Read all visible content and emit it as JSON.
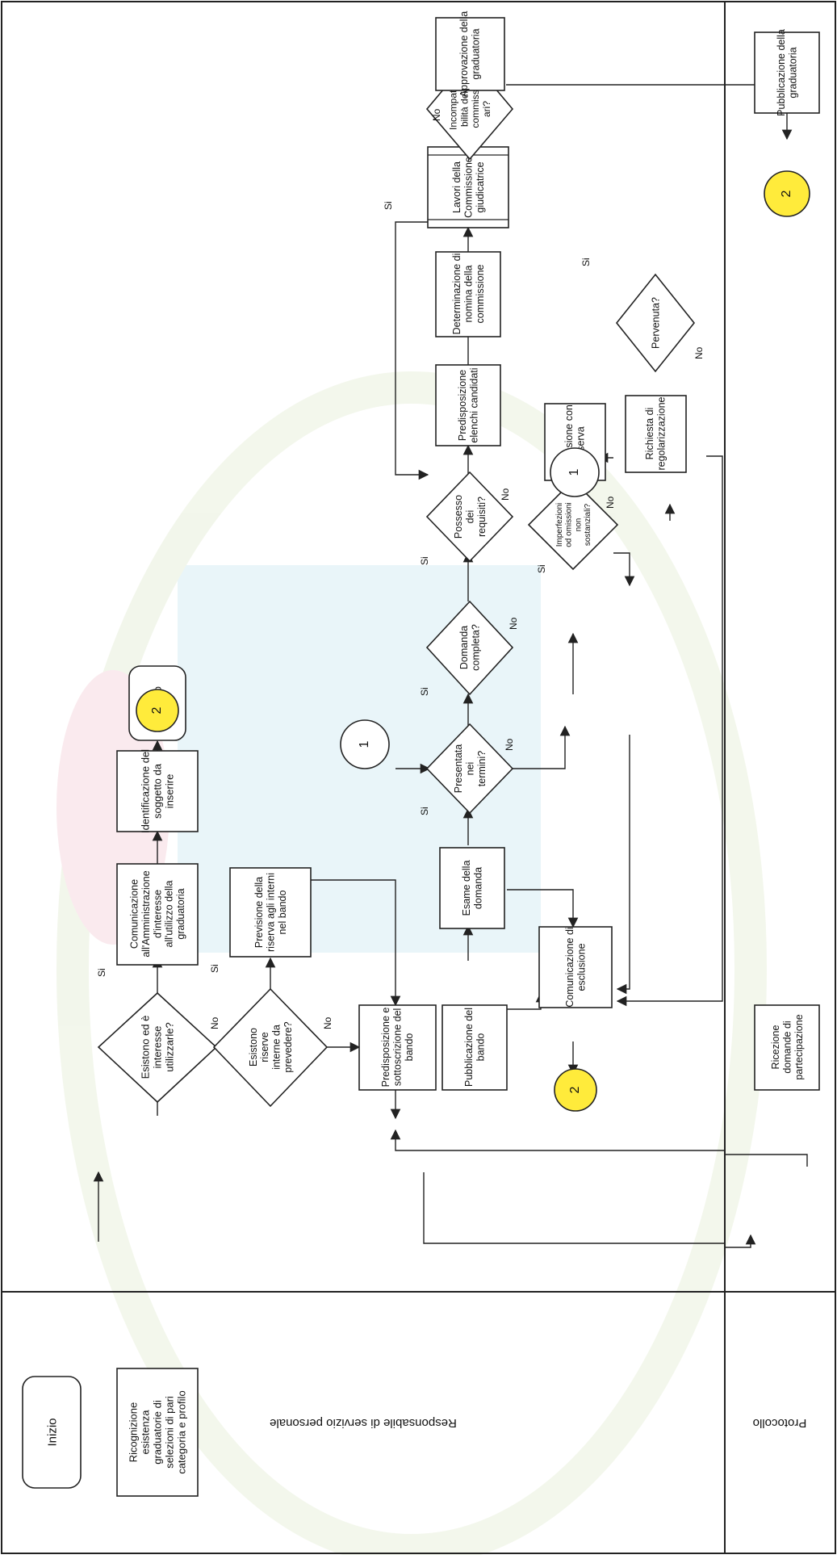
{
  "lanes": {
    "personale": "Responsabile di servizio personale",
    "protocollo": "Protocollo"
  },
  "nodes": {
    "inizio": [
      "Inizio"
    ],
    "ricognizione": [
      "Ricognizione",
      "esistenza",
      "graduatorie di",
      "selezioni di pari",
      "categoria e profilo"
    ],
    "esistono_graduatorie": [
      "Esistono ed è",
      "interesse",
      "utilizzarle?"
    ],
    "comunicazione_amm": [
      "Comunicazione",
      "all'Amministrazione",
      "d'interesse",
      "all'utilizzo della",
      "graduatoria"
    ],
    "identificazione": [
      "Identificazione del",
      "soggetto da",
      "inserire"
    ],
    "ritorno": [
      "Ritorno"
    ],
    "esistono_riserve": [
      "Esistono",
      "riserve",
      "interne da",
      "prevedere?"
    ],
    "previsione_riserva": [
      "Previsione della",
      "riserva agli interni",
      "nel bando"
    ],
    "predisposizione_bando": [
      "Predisposizione e",
      "sottoscrizione del",
      "bando"
    ],
    "pubblicazione_bando": [
      "Pubblicazione del",
      "bando"
    ],
    "esame_domanda": [
      "Esame della",
      "domanda"
    ],
    "presentata_termini": [
      "Presentata",
      "nei",
      "termini?"
    ],
    "domanda_completa": [
      "Domanda",
      "completa?"
    ],
    "possesso_requisiti": [
      "Possesso",
      "dei",
      "requisiti?"
    ],
    "predisposizione_elenchi": [
      "Predisposizione",
      "elenchi candidati"
    ],
    "determinazione": [
      "Determinazione di",
      "nomina della",
      "commissione"
    ],
    "lavori_commissione": [
      "Lavori della",
      "Commissione",
      "giudicatrice"
    ],
    "incompatibilita": [
      "Incompati",
      "bilità dei",
      "commiss",
      "ari?"
    ],
    "approvazione": [
      "Approvazione della",
      "graduatoria"
    ],
    "pubblicazione_graduatoria": [
      "Pubblicazione della",
      "graduatoria"
    ],
    "comunicazione_esclusione": [
      "Comunicazione di",
      "esclusione"
    ],
    "imperfezioni": [
      "Imperfezioni",
      "od omissioni",
      "non",
      "sostanziali?"
    ],
    "ammissione_riserva": [
      "Ammissione con",
      "riserva"
    ],
    "richiesta_regolarizzazione": [
      "Richiesta di",
      "regolarizzazione"
    ],
    "pervenuta": [
      "Pervenuta?"
    ],
    "ricezione_domande": [
      "Ricezione",
      "domande di",
      "partecipazione"
    ]
  },
  "connectors": {
    "one": "1",
    "two": "2"
  },
  "edge_labels": {
    "si": "Si",
    "no": "No"
  },
  "colors": {
    "connector_yellow": "#ffeb3b",
    "line": "#222222"
  }
}
